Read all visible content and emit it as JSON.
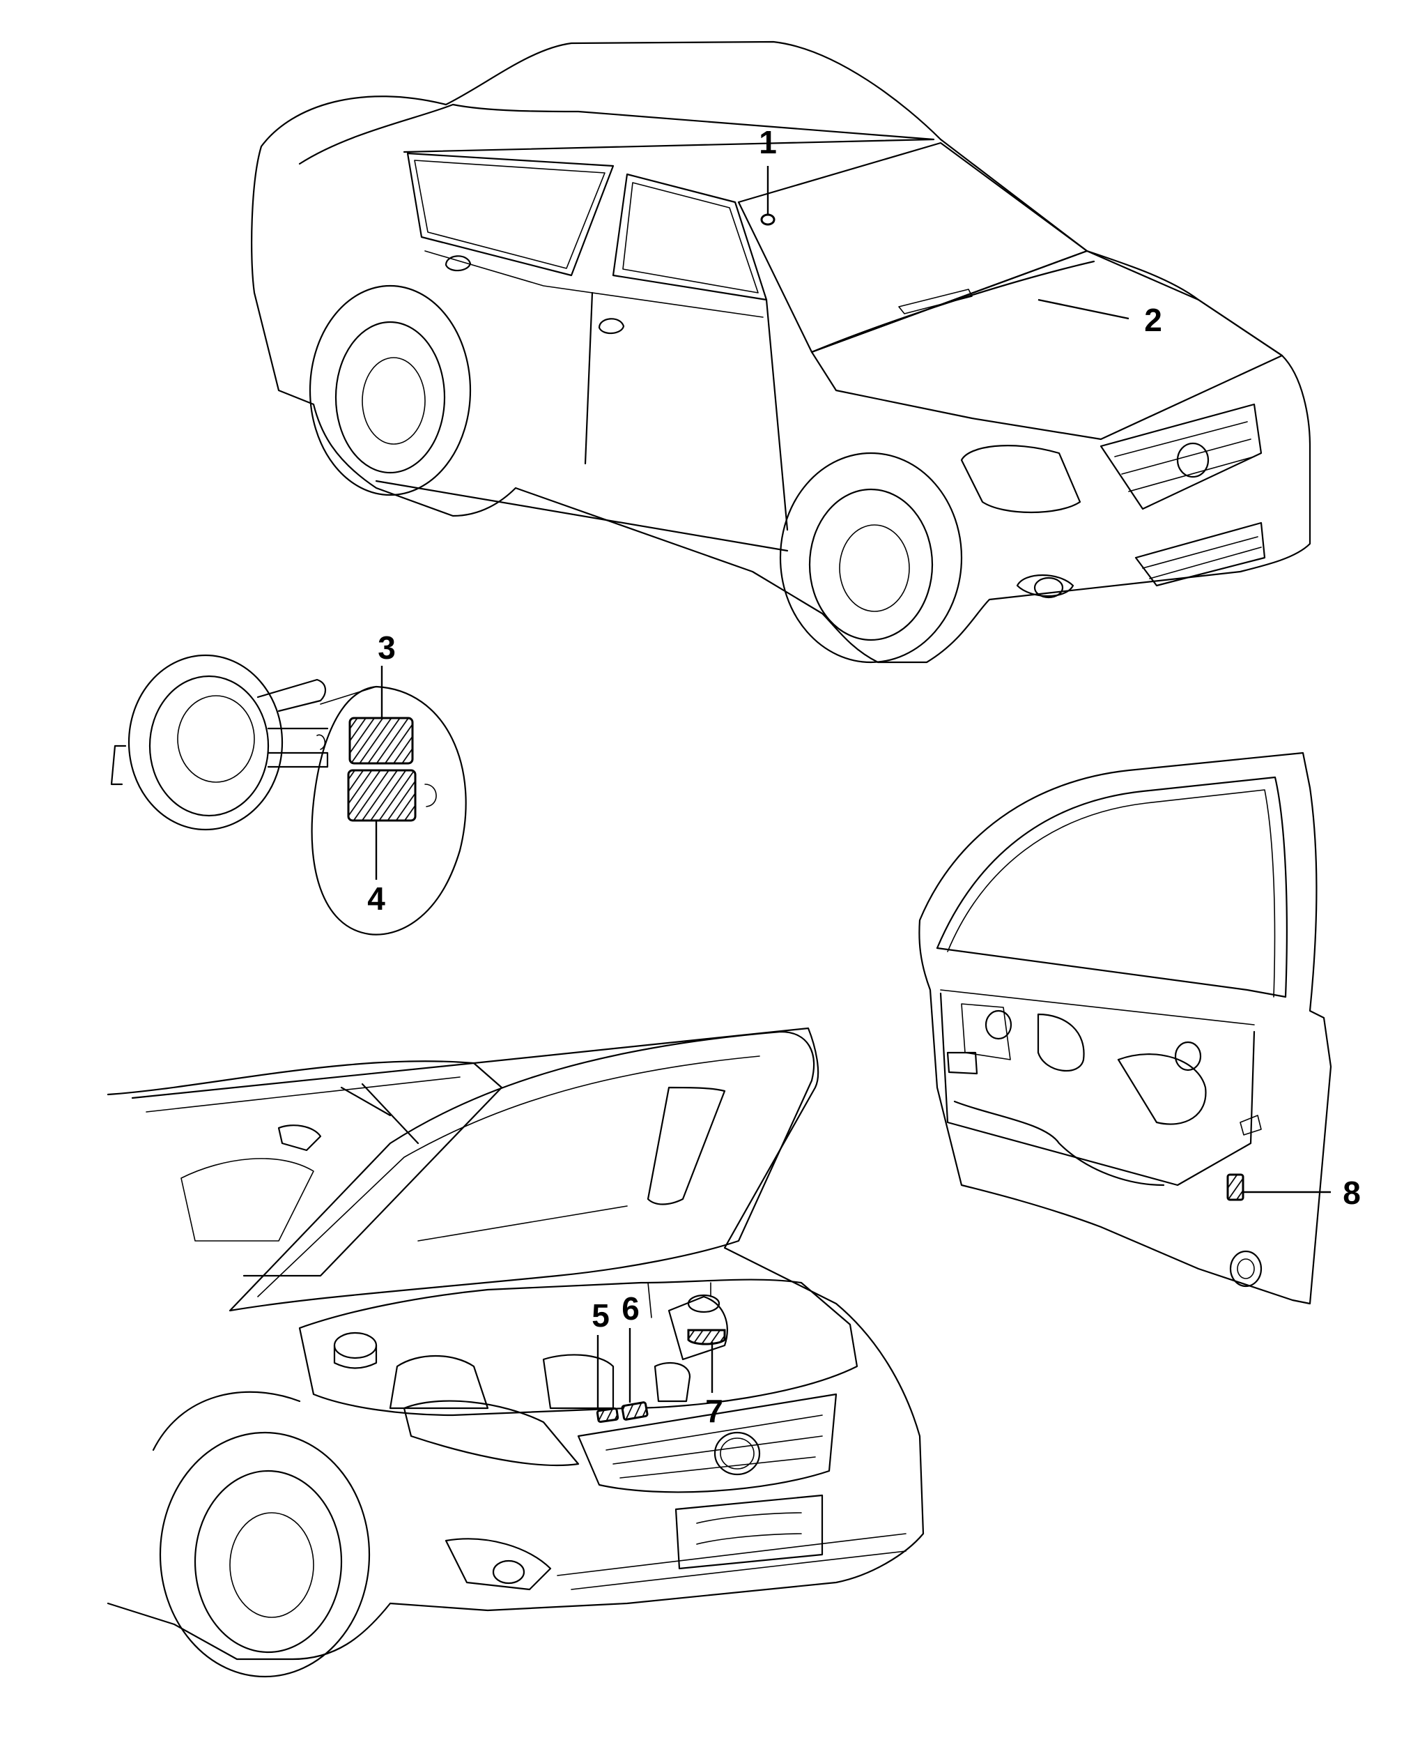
{
  "diagram": {
    "callouts": [
      {
        "id": "1",
        "label": "1",
        "part": "windscreen-label"
      },
      {
        "id": "2",
        "label": "2",
        "part": "wiper-cowl-label"
      },
      {
        "id": "3",
        "label": "3",
        "part": "fuel-flap-label-upper"
      },
      {
        "id": "4",
        "label": "4",
        "part": "fuel-flap-label-lower"
      },
      {
        "id": "5",
        "label": "5",
        "part": "engine-bay-label-left"
      },
      {
        "id": "6",
        "label": "6",
        "part": "engine-bay-label-right"
      },
      {
        "id": "7",
        "label": "7",
        "part": "strut-tower-label"
      },
      {
        "id": "8",
        "label": "8",
        "part": "door-pillar-label"
      }
    ],
    "views": [
      "car-overview",
      "fuel-filler-flap-detail",
      "front-door-inner-view",
      "engine-bay-open-hood-view"
    ],
    "colors": {
      "line": "#000000",
      "background": "#ffffff"
    }
  }
}
